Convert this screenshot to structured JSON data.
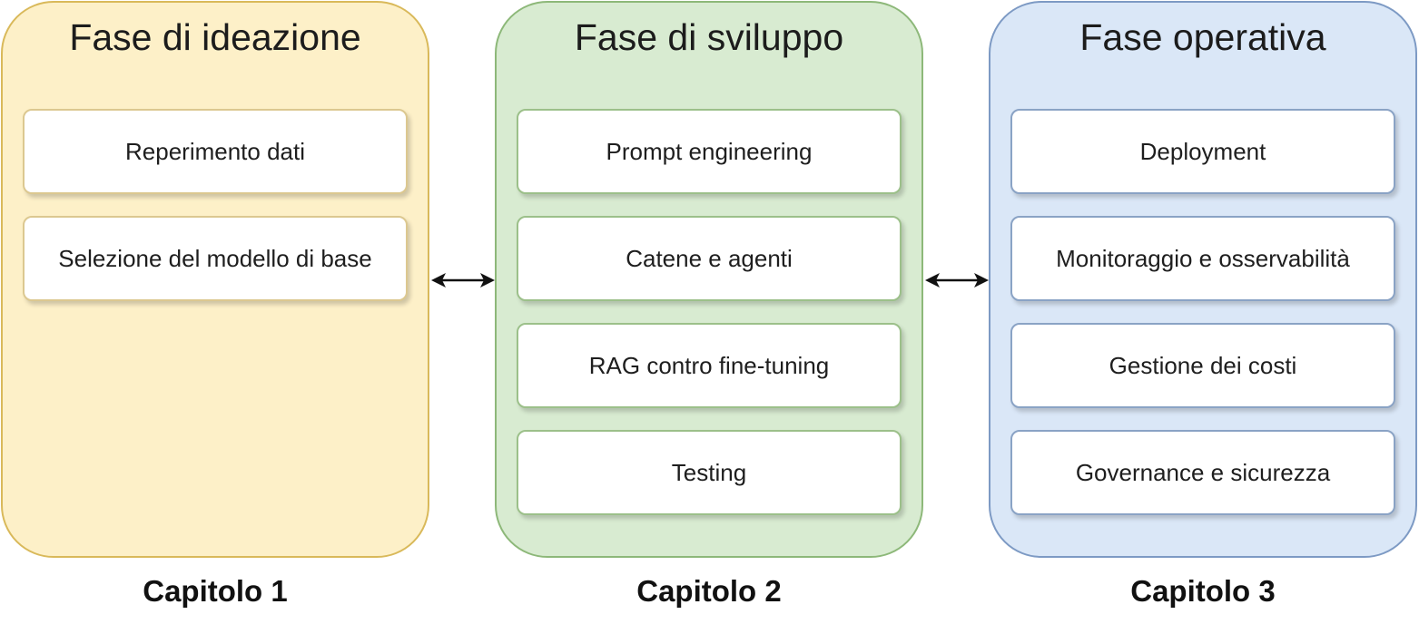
{
  "phases": [
    {
      "title": "Fase di ideazione",
      "fill": "#fdf0c8",
      "border": "#d9b95a",
      "step_border": "#dcc890",
      "steps": [
        "Reperimento dati",
        "Selezione del modello di base"
      ],
      "chapter": "Capitolo 1"
    },
    {
      "title": "Fase di sviluppo",
      "fill": "#d8ebd1",
      "border": "#8db879",
      "step_border": "#9cc08a",
      "steps": [
        "Prompt engineering",
        "Catene e agenti",
        "RAG contro fine-tuning",
        "Testing"
      ],
      "chapter": "Capitolo 2"
    },
    {
      "title": "Fase operativa",
      "fill": "#dae7f7",
      "border": "#7d9ac4",
      "step_border": "#8aa3c5",
      "steps": [
        "Deployment",
        "Monitoraggio e osservabilità",
        "Gestione dei costi",
        "Governance e sicurezza"
      ],
      "chapter": "Capitolo 3"
    }
  ],
  "connectors": [
    {
      "from": "Fase di ideazione",
      "to": "Fase di sviluppo",
      "style": "double-headed arrow"
    },
    {
      "from": "Fase di sviluppo",
      "to": "Fase operativa",
      "style": "double-headed arrow"
    }
  ]
}
